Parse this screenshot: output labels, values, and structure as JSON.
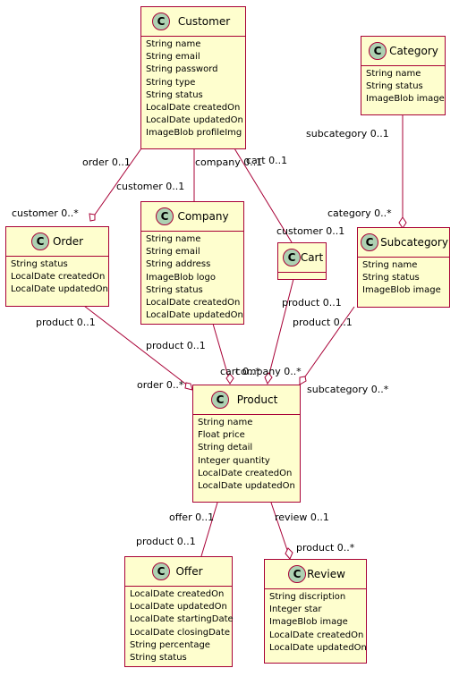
{
  "classes": {
    "customer": {
      "icon": "C",
      "name": "Customer",
      "attrs": [
        "String name",
        "String email",
        "String password",
        "String type",
        "String status",
        "LocalDate createdOn",
        "LocalDate updatedOn",
        "ImageBlob profileImg"
      ]
    },
    "category": {
      "icon": "C",
      "name": "Category",
      "attrs": [
        "String name",
        "String status",
        "ImageBlob image"
      ]
    },
    "order": {
      "icon": "C",
      "name": "Order",
      "attrs": [
        "String status",
        "LocalDate createdOn",
        "LocalDate updatedOn"
      ]
    },
    "company": {
      "icon": "C",
      "name": "Company",
      "attrs": [
        "String name",
        "String email",
        "String address",
        "ImageBlob logo",
        "String status",
        "LocalDate createdOn",
        "LocalDate updatedOn"
      ]
    },
    "cart": {
      "icon": "C",
      "name": "Cart",
      "attrs": []
    },
    "subcategory": {
      "icon": "C",
      "name": "Subcategory",
      "attrs": [
        "String name",
        "String status",
        "ImageBlob image"
      ]
    },
    "product": {
      "icon": "C",
      "name": "Product",
      "attrs": [
        "String name",
        "Float price",
        "String detail",
        "Integer quantity",
        "LocalDate createdOn",
        "LocalDate updatedOn"
      ]
    },
    "offer": {
      "icon": "C",
      "name": "Offer",
      "attrs": [
        "LocalDate createdOn",
        "LocalDate updatedOn",
        "LocalDate startingDate",
        "LocalDate closingDate",
        "String percentage",
        "String status"
      ]
    },
    "review": {
      "icon": "C",
      "name": "Review",
      "attrs": [
        "String discription",
        "Integer star",
        "ImageBlob image",
        "LocalDate createdOn",
        "LocalDate updatedOn"
      ]
    }
  },
  "labels": {
    "order_01": "order 0..1",
    "customer_0n": "customer 0..*",
    "company_01": "company 0..1",
    "customer_01_a": "customer 0..1",
    "cart_01": "cart 0..1",
    "customer_01_b": "customer 0..1",
    "subcategory_01": "subcategory 0..1",
    "category_0n": "category 0..*",
    "product_01_a": "product 0..1",
    "order_0n": "order 0..*",
    "product_01_b": "product 0..1",
    "cart_0n": "cart 0..*",
    "product_01_c": "product 0..1",
    "company_0n": "company 0..*",
    "product_01_d": "product 0..1",
    "subcategory_0n": "subcategory 0..*",
    "offer_01": "offer 0..1",
    "product_01_e": "product 0..1",
    "review_01": "review 0..1",
    "product_0n": "product 0..*"
  },
  "colors": {
    "border": "#A80036",
    "fill": "#FEFECE",
    "icon": "#ADD1B2"
  }
}
